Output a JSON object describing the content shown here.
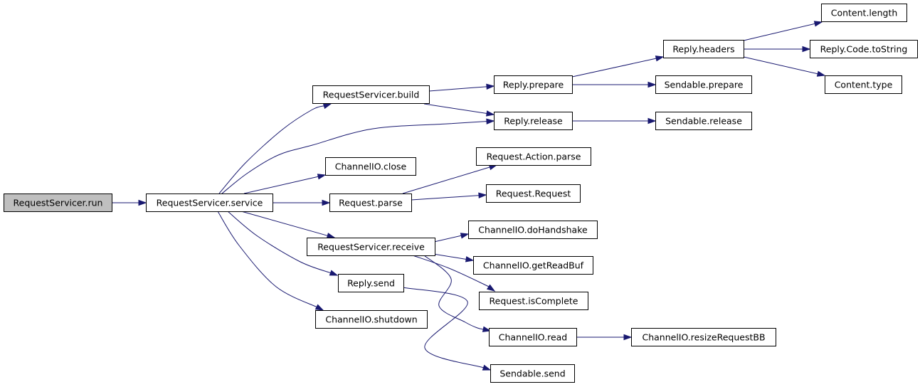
{
  "diagram": {
    "colors": {
      "edge": "#191970",
      "root_fill": "#bfbfbf",
      "node_fill": "#ffffff",
      "border": "#000000"
    },
    "nodes": [
      {
        "id": "run",
        "label": "RequestServicer.run",
        "root": true
      },
      {
        "id": "service",
        "label": "RequestServicer.service"
      },
      {
        "id": "build",
        "label": "RequestServicer.build"
      },
      {
        "id": "close",
        "label": "ChannelIO.close"
      },
      {
        "id": "parse",
        "label": "Request.parse"
      },
      {
        "id": "receive",
        "label": "RequestServicer.receive"
      },
      {
        "id": "send",
        "label": "Reply.send"
      },
      {
        "id": "shutdown",
        "label": "ChannelIO.shutdown"
      },
      {
        "id": "rprepare",
        "label": "Reply.prepare"
      },
      {
        "id": "rrelease",
        "label": "Reply.release"
      },
      {
        "id": "actparse",
        "label": "Request.Action.parse"
      },
      {
        "id": "reqreq",
        "label": "Request.Request"
      },
      {
        "id": "handshake",
        "label": "ChannelIO.doHandshake"
      },
      {
        "id": "readbuf",
        "label": "ChannelIO.getReadBuf"
      },
      {
        "id": "complete",
        "label": "Request.isComplete"
      },
      {
        "id": "cread",
        "label": "ChannelIO.read"
      },
      {
        "id": "ssend",
        "label": "Sendable.send"
      },
      {
        "id": "headers",
        "label": "Reply.headers"
      },
      {
        "id": "sprepare",
        "label": "Sendable.prepare"
      },
      {
        "id": "srelease",
        "label": "Sendable.release"
      },
      {
        "id": "resize",
        "label": "ChannelIO.resizeRequestBB"
      },
      {
        "id": "clength",
        "label": "Content.length"
      },
      {
        "id": "codestr",
        "label": "Reply.Code.toString"
      },
      {
        "id": "ctype",
        "label": "Content.type"
      }
    ],
    "edges": [
      {
        "from": "run",
        "to": "service"
      },
      {
        "from": "service",
        "to": "build"
      },
      {
        "from": "service",
        "to": "rrelease"
      },
      {
        "from": "service",
        "to": "close"
      },
      {
        "from": "service",
        "to": "parse"
      },
      {
        "from": "service",
        "to": "receive"
      },
      {
        "from": "service",
        "to": "send"
      },
      {
        "from": "service",
        "to": "shutdown"
      },
      {
        "from": "build",
        "to": "rprepare"
      },
      {
        "from": "build",
        "to": "rrelease"
      },
      {
        "from": "parse",
        "to": "actparse"
      },
      {
        "from": "parse",
        "to": "reqreq"
      },
      {
        "from": "receive",
        "to": "handshake"
      },
      {
        "from": "receive",
        "to": "readbuf"
      },
      {
        "from": "receive",
        "to": "complete"
      },
      {
        "from": "receive",
        "to": "cread"
      },
      {
        "from": "send",
        "to": "ssend"
      },
      {
        "from": "rprepare",
        "to": "headers"
      },
      {
        "from": "rprepare",
        "to": "sprepare"
      },
      {
        "from": "rrelease",
        "to": "srelease"
      },
      {
        "from": "cread",
        "to": "resize"
      },
      {
        "from": "headers",
        "to": "clength"
      },
      {
        "from": "headers",
        "to": "codestr"
      },
      {
        "from": "headers",
        "to": "ctype"
      }
    ]
  }
}
